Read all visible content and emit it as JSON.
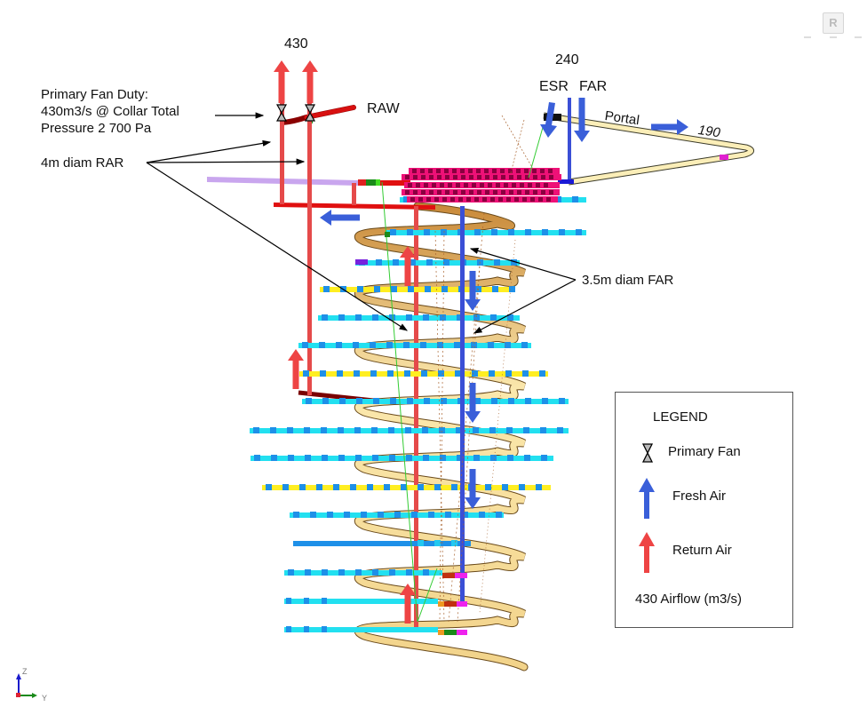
{
  "labels": {
    "top_return_flow": "430",
    "top_fresh_flow": "240",
    "esr": "ESR",
    "far": "FAR",
    "raw": "RAW",
    "portal": "Portal",
    "portal_flow": "190",
    "fan_duty_line1": "Primary Fan Duty:",
    "fan_duty_line2": "430m3/s @ Collar Total",
    "fan_duty_line3": "Pressure 2 700 Pa",
    "rar": "4m diam RAR",
    "far_diam": "3.5m diam FAR"
  },
  "legend": {
    "title": "LEGEND",
    "items": [
      {
        "icon": "fan-icon",
        "label": "Primary Fan"
      },
      {
        "icon": "fresh-air-arrow-icon",
        "label": "Fresh Air",
        "color": "#3a5fd9"
      },
      {
        "icon": "return-air-arrow-icon",
        "label": "Return Air",
        "color": "#ee4444"
      }
    ],
    "airflow_note": "430 Airflow (m3/s)"
  },
  "axis_triad": {
    "z": "Z",
    "y": "Y"
  },
  "logo": {
    "letter": "R"
  },
  "colors": {
    "return_air": "#ee4444",
    "fresh_air": "#3a4fd6",
    "decline": "#f7e2a3",
    "level_drive": "#22e0f0",
    "level_drive_dark": "#1e90e8",
    "yellow_drive": "#ffee22",
    "workshop": "#ee1177",
    "raw_duct": "#b01010",
    "conveyor": "#c9a6ee"
  }
}
